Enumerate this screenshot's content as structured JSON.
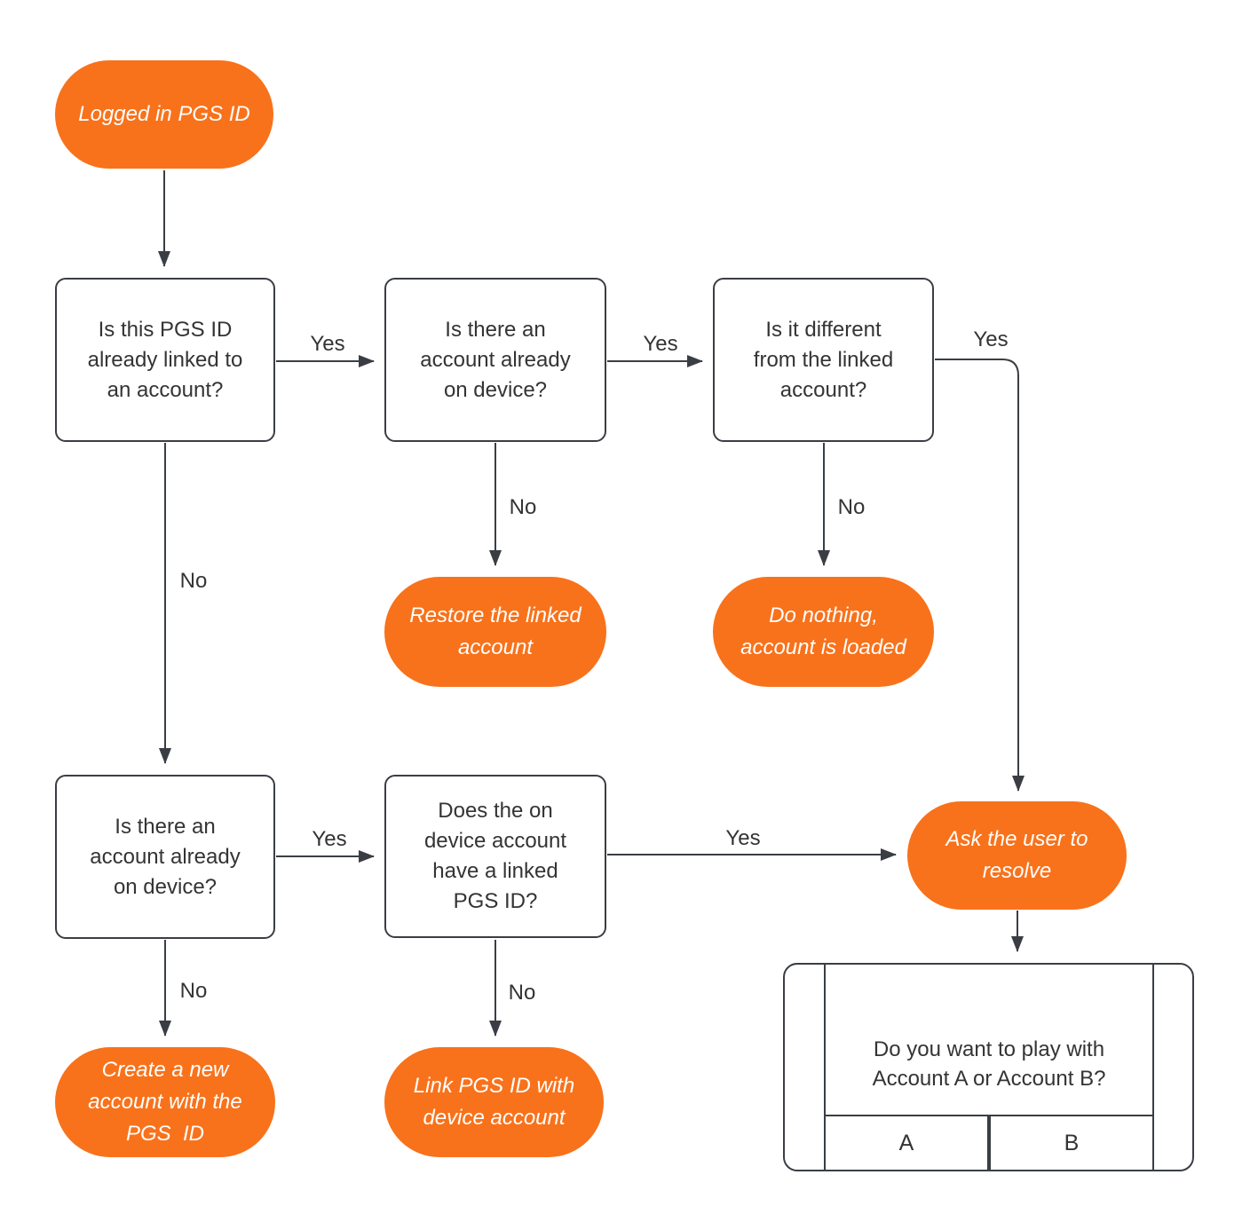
{
  "colors": {
    "accent_orange": "#F8721B",
    "line": "#3A3E44",
    "text": "#343434",
    "pill_text": "#FFFFFF"
  },
  "nodes": {
    "start": {
      "label": "Logged in PGS ID"
    },
    "q_pgs_already_linked": {
      "label": "Is this PGS ID\nalready linked to\nan account?"
    },
    "q_account_on_device_top": {
      "label": "Is there an\naccount already\non device?"
    },
    "q_different_from_linked": {
      "label": "Is it different\nfrom the linked\naccount?"
    },
    "action_restore": {
      "label": "Restore the linked\naccount"
    },
    "action_do_nothing": {
      "label": "Do nothing,\naccount is loaded"
    },
    "q_account_on_device_bottom": {
      "label": "Is there an\naccount already\non device?"
    },
    "q_device_account_has_pgs": {
      "label": "Does the on\ndevice account\nhave a linked\nPGS ID?"
    },
    "action_ask_user": {
      "label": "Ask the user to\nresolve"
    },
    "action_create_account": {
      "label": "Create a new\naccount with the\nPGS  ID"
    },
    "action_link_pgs": {
      "label": "Link PGS ID with\ndevice account"
    }
  },
  "edge_labels": {
    "yes_linked_to_device": "Yes",
    "yes_device_to_different": "Yes",
    "yes_different_to_ask": "Yes",
    "yes_bottom_device_to_q5": "Yes",
    "yes_q5_to_ask": "Yes",
    "no_device_to_restore": "No",
    "no_different_to_nothing": "No",
    "no_linked_down": "No",
    "no_bottom_device_to_create": "No",
    "no_q5_to_link": "No"
  },
  "dialog": {
    "message": "Do you want to play with\nAccount A or Account B?",
    "button_a": "A",
    "button_b": "B"
  }
}
